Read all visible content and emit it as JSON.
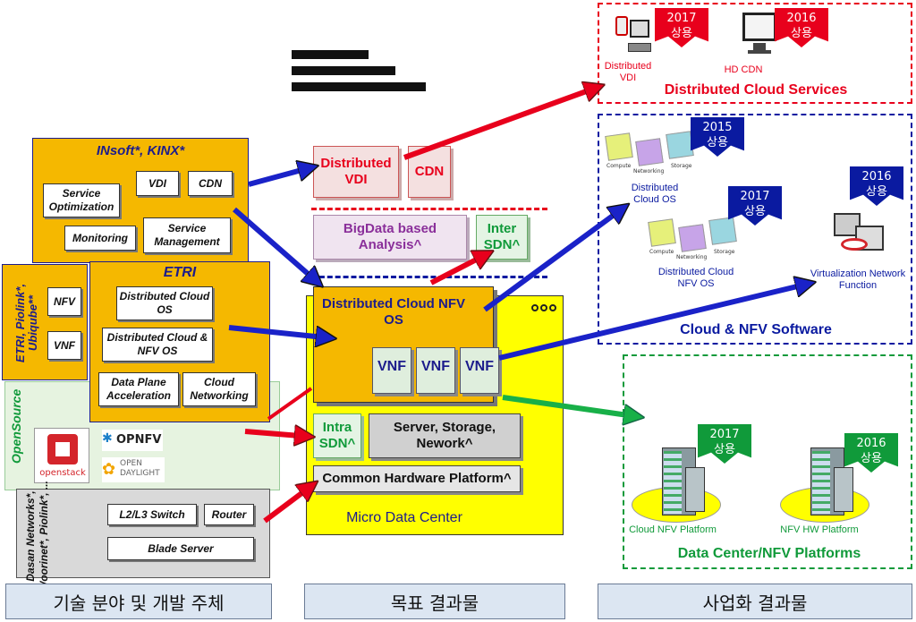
{
  "left": {
    "insoft": {
      "title": "INsoft*, KINX*",
      "items": [
        "Service Optimization",
        "VDI",
        "CDN",
        "Monitoring",
        "Service Management"
      ]
    },
    "etri": {
      "title": "ETRI",
      "items": [
        "Distributed Cloud OS",
        "Distributed Cloud & NFV OS",
        "Data Plane Acceleration",
        "Cloud Networking"
      ]
    },
    "etri_side": {
      "title": "ETRI, Piolink*, Ubiqube**",
      "items": [
        "NFV",
        "VNF"
      ]
    },
    "opensource": {
      "title": "OpenSource",
      "logos": [
        "openstack",
        "OPNFV",
        "OPEN DAYLIGHT"
      ]
    },
    "hardware": {
      "title": "Dasan Networks*, Woorinet*, Piolink*, ...",
      "items": [
        "L2/L3 Switch",
        "Router",
        "Blade Server"
      ]
    }
  },
  "center": {
    "vdi": "Distributed VDI",
    "cdn": "CDN",
    "bigdata": "BigData based Analysis^",
    "inter_sdn": "Inter SDN^",
    "nfv_os": "Distributed Cloud NFV OS",
    "vnf_labels": [
      "VNF",
      "VNF",
      "VNF"
    ],
    "intra_sdn": "Intra SDN^",
    "server": "Server, Storage, Nework^",
    "common_hw": "Common Hardware Platform^",
    "mdc": "Micro Data Center",
    "dots": "ooo"
  },
  "right": {
    "dcs": {
      "title": "Distributed Cloud Services",
      "items": [
        {
          "label": "Distributed VDI",
          "year": "2017",
          "tag": "상용"
        },
        {
          "label": "HD CDN",
          "year": "2016",
          "tag": "상용"
        }
      ]
    },
    "cloud": {
      "title": "Cloud & NFV Software",
      "items": [
        {
          "label": "Distributed Cloud OS",
          "year": "2015",
          "tag": "상용"
        },
        {
          "label": "Distributed Cloud NFV OS",
          "year": "2017",
          "tag": "상용"
        },
        {
          "label": "Virtualization Network Function",
          "year": "2016",
          "tag": "상용"
        }
      ],
      "cube_labels": [
        "Compute",
        "Networking",
        "Storage"
      ]
    },
    "dcnfv": {
      "title": "Data Center/NFV Platforms",
      "items": [
        {
          "label": "Cloud NFV Platform",
          "year": "2017",
          "tag": "상용"
        },
        {
          "label": "NFV HW Platform",
          "year": "2016",
          "tag": "상용"
        }
      ]
    }
  },
  "footer": [
    "기술 분야 및 개발 주체",
    "목표 결과물",
    "사업화 결과물"
  ],
  "colors": {
    "orange": "#f5b800",
    "navy": "#1c1c8c",
    "red": "#e8001c",
    "blue": "#0a1aa0",
    "green": "#109a3a",
    "yellow": "#ffff00"
  }
}
